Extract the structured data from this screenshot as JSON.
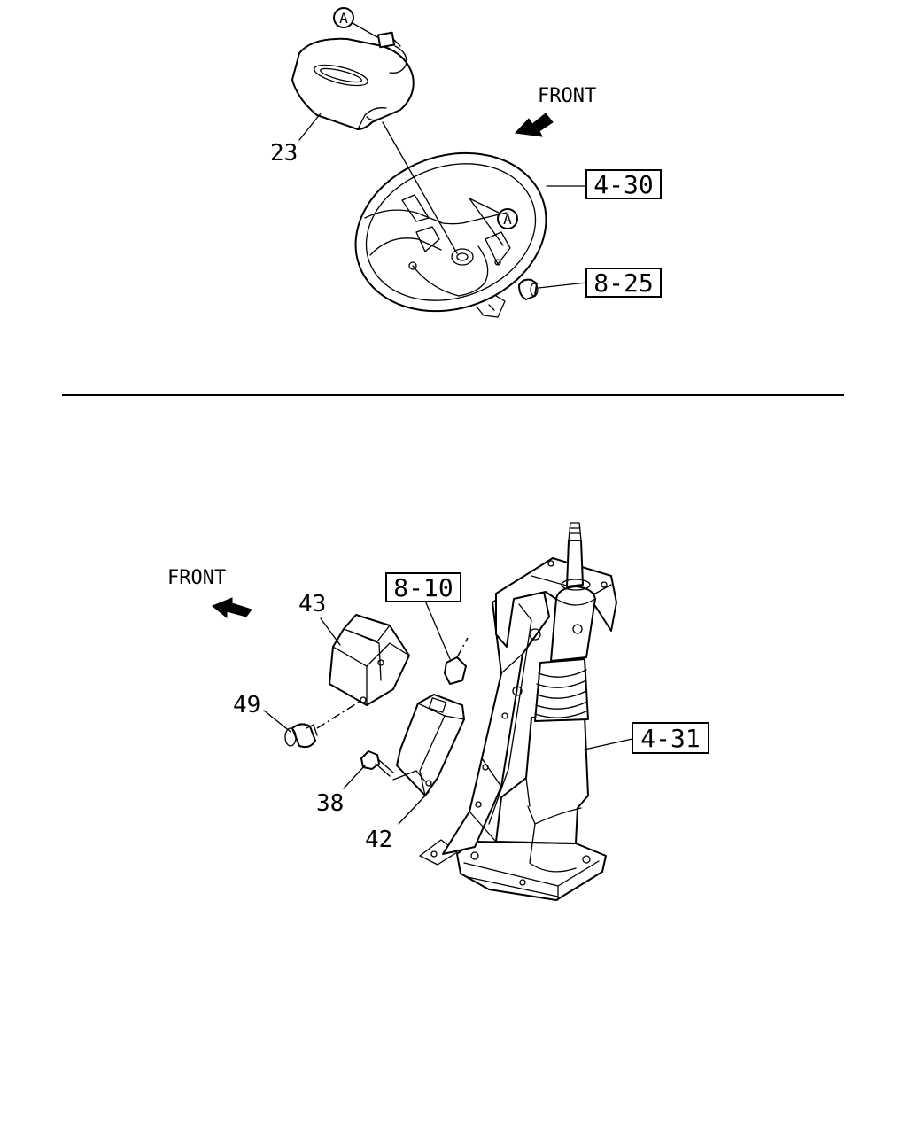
{
  "top_view": {
    "front_label": "FRONT",
    "connector_marker_top": "A",
    "connector_marker_wheel": "A",
    "part_airbag": "23",
    "ref_steering_wheel": "4-30",
    "ref_combination_switch": "8-25"
  },
  "bottom_view": {
    "front_label": "FRONT",
    "part_cover": "43",
    "part_clip": "49",
    "part_bolt": "38",
    "part_module": "42",
    "ref_connector": "8-10",
    "ref_steering_column": "4-31"
  }
}
